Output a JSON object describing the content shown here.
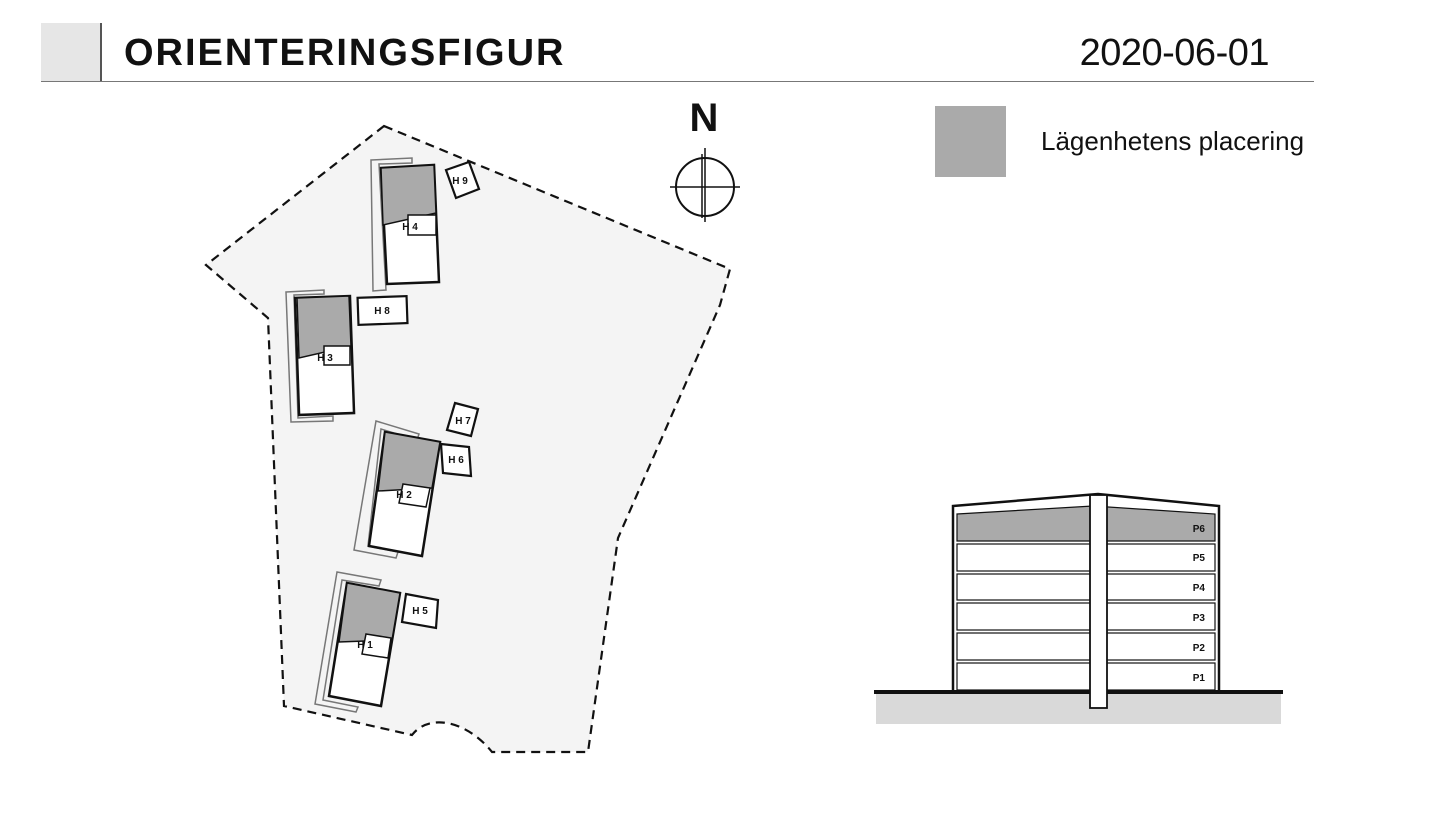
{
  "header": {
    "title": "ORIENTERINGSFIGUR",
    "date": "2020-06-01"
  },
  "legend": {
    "label": "Lägenhetens placering",
    "swatch_color": "#aaaaaa"
  },
  "north_arrow": {
    "label": "N"
  },
  "site_plan": {
    "houses": [
      "H 1",
      "H 2",
      "H 3",
      "H 4"
    ],
    "outbuildings": [
      "H 5",
      "H 6",
      "H 7",
      "H 8",
      "H 9"
    ],
    "highlight_color": "#aaaaaa",
    "site_fill_color": "#f4f4f4"
  },
  "section": {
    "floors": [
      "P6",
      "P5",
      "P4",
      "P3",
      "P2",
      "P1"
    ],
    "highlighted_floor": "P6",
    "ground_color": "#d9d9d9"
  }
}
